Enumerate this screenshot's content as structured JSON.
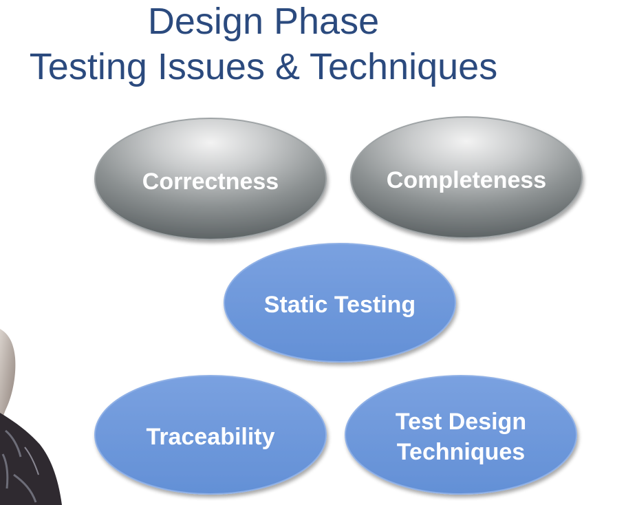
{
  "title": {
    "line1": "Design Phase",
    "line2": "Testing Issues & Techniques"
  },
  "nodes": {
    "correctness": "Correctness",
    "completeness": "Completeness",
    "static_testing": "Static Testing",
    "traceability": "Traceability",
    "test_design_line1": "Test Design",
    "test_design_line2": "Techniques"
  },
  "colors": {
    "title": "#2b4a7e",
    "gray_node": "#6f7577",
    "blue_node": "#6f97d8",
    "label": "#ffffff"
  }
}
